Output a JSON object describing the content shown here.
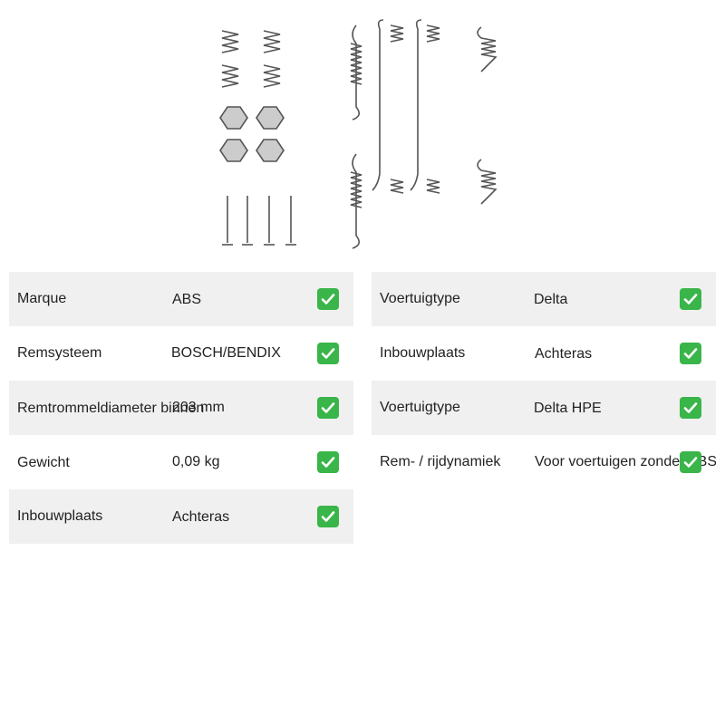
{
  "specs_left": [
    {
      "label": "Marque",
      "value": "ABS"
    },
    {
      "label": "Remsysteem",
      "value": "BOSCH/BENDIX"
    },
    {
      "label": "Remtrommeldiameter binnen",
      "value": "203 mm"
    },
    {
      "label": "Gewicht",
      "value": "0,09 kg"
    },
    {
      "label": "Inbouwplaats",
      "value": "Achteras"
    }
  ],
  "specs_right": [
    {
      "label": "Voertuigtype",
      "value": "Delta"
    },
    {
      "label": "Inbouwplaats",
      "value": "Achteras"
    },
    {
      "label": "Voertuigtype",
      "value": "Delta HPE"
    },
    {
      "label": "Rem- / rijdynamiek",
      "value": "Voor voertuigen zonder ABS"
    }
  ],
  "check_icon": "check-mark-icon",
  "colors": {
    "row_shade": "#f0f0f0",
    "check_green": "#39b54a",
    "part_gray": "#555555"
  }
}
